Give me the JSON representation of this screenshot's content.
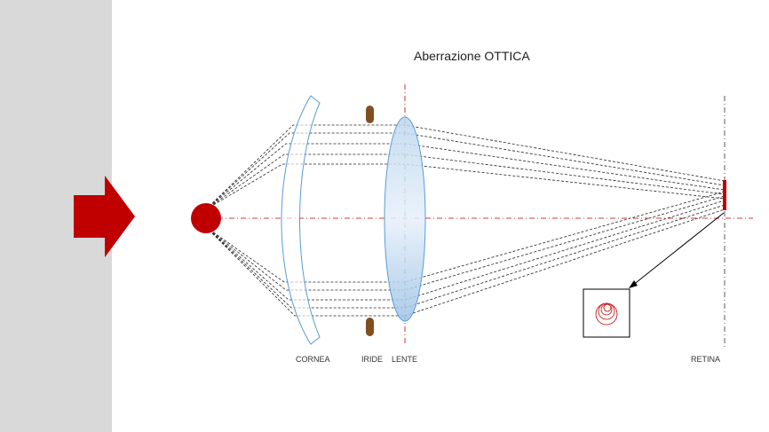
{
  "title": "Aberrazione OTTICA",
  "labels": {
    "cornea": "CORNEA",
    "iride": "IRIDE",
    "lente": "LENTE",
    "retina": "RETINA"
  },
  "icons": {
    "arrow": "right-arrow-icon"
  },
  "colors": {
    "sidebar": "#d9d9d9",
    "arrow": "#c00000",
    "object": "#c00000",
    "axis": "#c00000",
    "iris": "#7f4f21",
    "lens_fill": "#9dc3e6",
    "cornea_stroke": "#5b9bd5",
    "rays": "#222222"
  }
}
